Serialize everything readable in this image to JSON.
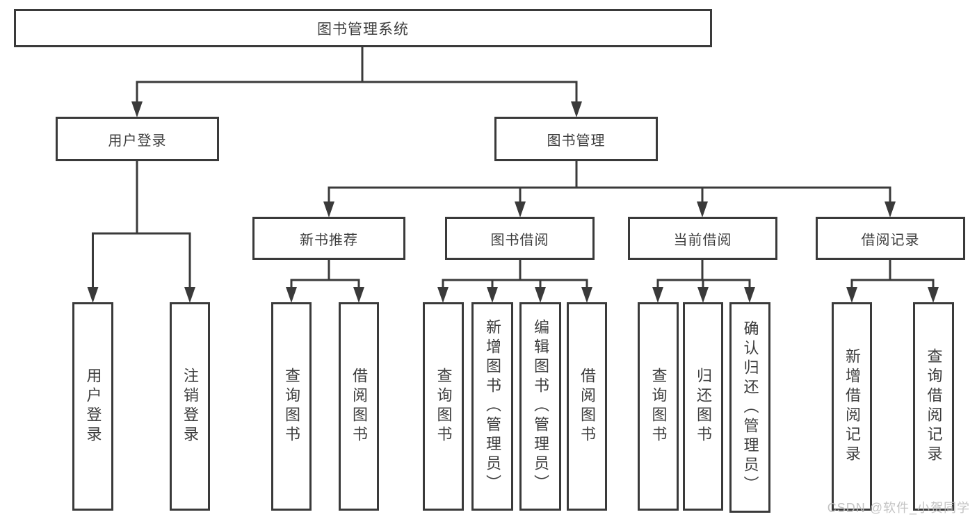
{
  "tree": {
    "root": "图书管理系统",
    "branches": [
      {
        "label": "用户登录",
        "children": [
          "用户登录",
          "注销登录"
        ]
      },
      {
        "label": "图书管理",
        "groups": [
          {
            "label": "新书推荐",
            "children": [
              "查询图书",
              "借阅图书"
            ]
          },
          {
            "label": "图书借阅",
            "children": [
              "查询图书",
              "新增图书（管理员）",
              "编辑图书（管理员）",
              "借阅图书"
            ]
          },
          {
            "label": "当前借阅",
            "children": [
              "查询图书",
              "归还图书",
              "确认归还（管理员）"
            ]
          },
          {
            "label": "借阅记录",
            "children": [
              "新增借阅记录",
              "查询借阅记录"
            ]
          }
        ]
      }
    ]
  },
  "watermark": "CSDN @软件_小贺同学",
  "colors": {
    "line": "#3a3a3a",
    "text": "#3d3d3d",
    "watermark": "#bdbdbd",
    "background": "#ffffff"
  }
}
